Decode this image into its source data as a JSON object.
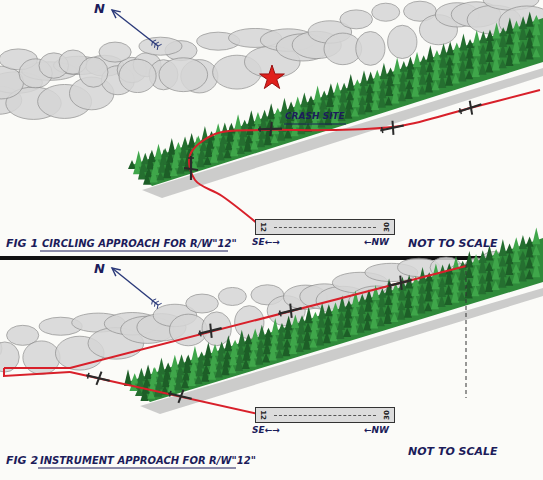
{
  "diagram": {
    "nodes": [
      {
        "text": [
          "12",
          "30"
        ]
      },
      {
        "text": [
          "12",
          "30"
        ]
      }
    ],
    "labels": [
      "N",
      "FIG 1",
      "CIRCLING APPROACH FOR R/W\"12\"",
      "NOT TO SCALE",
      "CRASH SITE",
      "SE←→",
      "←NW",
      "N",
      "FIG 2",
      "INSTRUMENT APPROACH FOR R/W\"12\"",
      "NOT TO SCALE",
      "SE←→",
      "←NW"
    ]
  }
}
